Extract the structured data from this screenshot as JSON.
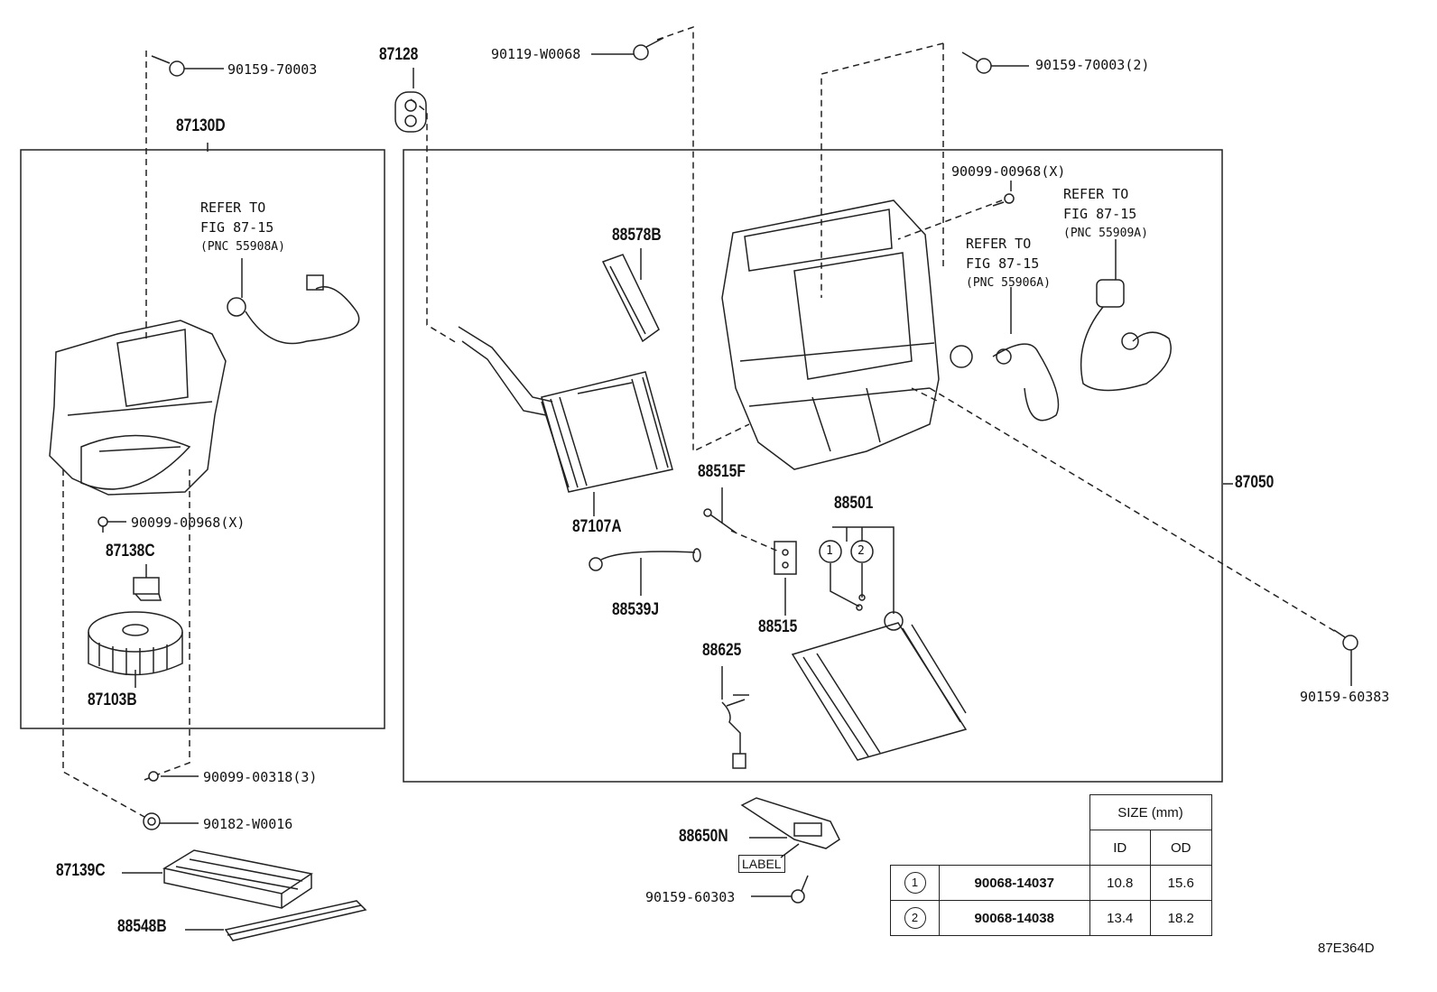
{
  "assemblies": {
    "left_box": "87130D",
    "right_box": "87050"
  },
  "parts": {
    "p87128": "87128",
    "p90119_w0068": "90119-W0068",
    "p90159_70003": "90159-70003",
    "p90159_70003_2": "90159-70003(2)",
    "p90099_00968_x_left": "90099-00968(X)",
    "p90099_00968_x_right": "90099-00968(X)",
    "p88578b": "88578B",
    "p87138c": "87138C",
    "p87103b": "87103B",
    "p87107a": "87107A",
    "p88515f": "88515F",
    "p88501": "88501",
    "p88539j": "88539J",
    "p88515": "88515",
    "p88625": "88625",
    "p90159_60383": "90159-60383",
    "p90099_00318_3": "90099-00318(3)",
    "p90182_w0016": "90182-W0016",
    "p87139c": "87139C",
    "p88548b": "88548B",
    "p88650n": "88650N",
    "p90159_60303": "90159-60303"
  },
  "references": [
    {
      "line1": "REFER TO",
      "line2": "FIG 87-15",
      "pnc": "(PNC 55908A)"
    },
    {
      "line1": "REFER TO",
      "line2": "FIG 87-15",
      "pnc": "(PNC 55906A)"
    },
    {
      "line1": "REFER TO",
      "line2": "FIG 87-15",
      "pnc": "(PNC 55909A)"
    }
  ],
  "label_tag": "LABEL",
  "callouts": [
    "1",
    "2"
  ],
  "size_table": {
    "header": "SIZE (mm)",
    "col_id": "ID",
    "col_od": "OD",
    "rows": [
      {
        "index": "1",
        "part": "90068-14037",
        "id": "10.8",
        "od": "15.6"
      },
      {
        "index": "2",
        "part": "90068-14038",
        "id": "13.4",
        "od": "18.2"
      }
    ]
  },
  "figure_id": "87E364D"
}
